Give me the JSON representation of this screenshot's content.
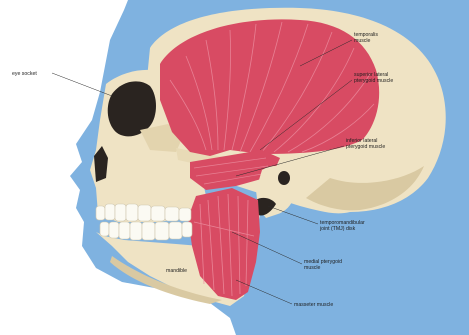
{
  "diagram": {
    "labels": {
      "eye_socket": "eye socket",
      "temporalis": [
        "temporalis",
        "muscle"
      ],
      "superior_lateral_pterygoid": [
        "superior lateral",
        "pterygoid muscle"
      ],
      "inferior_lateral_pterygoid": [
        "inferior lateral",
        "pterygoid muscle"
      ],
      "tmj": [
        "temporomandibular",
        "joint (TMJ) disk"
      ],
      "mandible": "mandible",
      "medial_pterygoid": [
        "medial pterygoid",
        "muscle"
      ],
      "masseter": "masseter muscle"
    },
    "colors": {
      "background_head": "#7fb2e0",
      "skull": "#efe3c4",
      "skull_shadow": "#d9c9a2",
      "muscle": "#d84b63",
      "muscle_light": "#ec8ea0",
      "teeth": "#fbfaf3",
      "dark": "#2a2420"
    }
  }
}
